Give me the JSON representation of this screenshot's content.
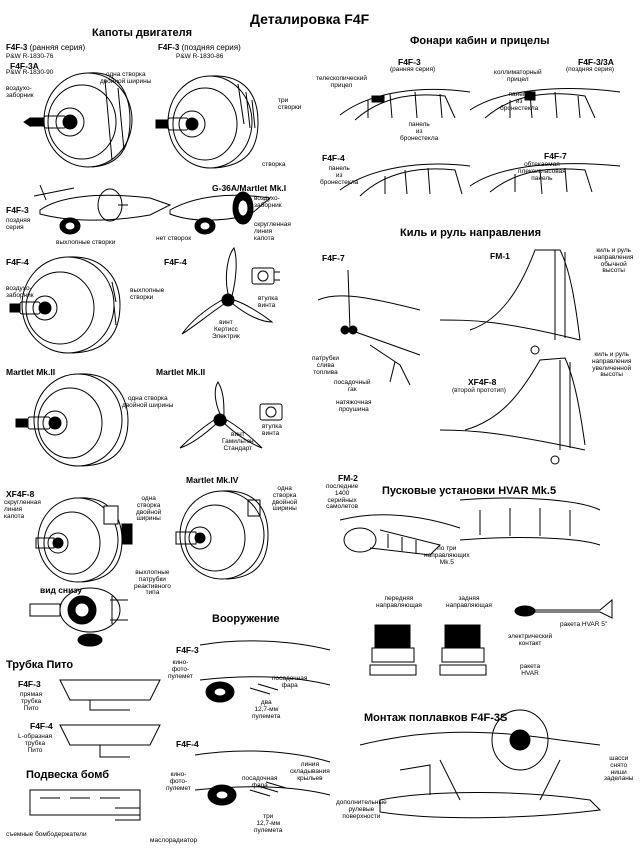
{
  "title": "Деталировка F4F",
  "sections": {
    "cowlings": "Капоты двигателя",
    "canopies": "Фонари кабин и прицелы",
    "fin": "Киль и руль направления",
    "hvar": "Пусковые установки HVAR Mk.5",
    "armament": "Вооружение",
    "pitot": "Трубка Пито",
    "bombs": "Подвеска бомб",
    "floats": "Монтаж поплавков F4F-3S"
  },
  "labels": {
    "f4f3_early": "F4F-3",
    "f4f3_early_sub": " (ранняя серия)",
    "f4f3_early_engine": "P&W R-1830-76",
    "f4f3a": "F4F-3A",
    "f4f3a_engine": "P&W R-1830-90",
    "f4f3_late": "F4F-3",
    "f4f3_late_sub": " (поздняя серия)",
    "f4f3_late_engine": "P&W R-1830-86",
    "f4f3_late_series": "F4F-3",
    "g36a": "G-36A/Martlet Mk.I",
    "f4f4": "F4F-4",
    "f4f4_prop": "F4F-4",
    "martlet2": "Martlet Mk.II",
    "martlet2_prop": "Martlet Mk.II",
    "xf4f8": "XF4F-8",
    "martlet4": "Martlet Mk.IV",
    "bottom_view": "вид снизу",
    "canopy_f4f3": "F4F-3",
    "canopy_f4f3a": "F4F-3/3A",
    "canopy_f4f4": "F4F-4",
    "canopy_f4f7": "F4F-7",
    "fin_f4f7": "F4F-7",
    "fin_fm1": "FM-1",
    "fin_xf4f8": "XF4F-8",
    "fm2": "FM-2",
    "arm_f4f3": "F4F-3",
    "arm_f4f4": "F4F-4",
    "pitot_f4f3": "F4F-3",
    "pitot_f4f4": "F4F-4"
  },
  "notes": {
    "air_intake_1": "воздухо-\nзаборник",
    "single_wide_flap_1": "одна створка\nдвойной ширины",
    "three_flaps": "три\nстворки",
    "flap": "створка",
    "late_series_note": "поздняя\nсерия",
    "exhaust_flaps_1": "выхлопные створки",
    "air_intake_g36": "воздухо-\nзаборник",
    "rounded_hood": "скругленная\nлиния\nкапота",
    "no_flaps": "нет створок",
    "air_intake_f4f4": "воздухо-\nзаборник",
    "exhaust_flaps_f4f4": "выхлопные\nстворки",
    "curtiss_prop": "винт\nКертисс\nЭлектрик",
    "prop_hub_1": "втулка\nвинта",
    "single_wide_flap_2": "одна створка\nдвойной ширины",
    "hamilton_prop": "винт\nГамильтон\nСтандарт",
    "prop_hub_2": "втулка\nвинта",
    "rounded_hood_xf8": "скругленная\nлиния\nкапота",
    "one_wide_flap_xf8": "одна\nстворка\nдвойной\nширины",
    "one_wide_flap_m4": "одна\nстворка\nдвойной\nширины",
    "jet_exhausts": "выхлопные\nпатрубки\nреактивного\nтипа",
    "telescopic_sight": "телескопический\nприцел",
    "armored_glass_panel_3": "панель\nиз\nбронестекла",
    "collimator_sight": "коллиматорный\nприцел",
    "armored_glass_panel_3a": "панель\nиз\nбронестекла",
    "armored_glass_panel_4": "панель\nиз\nбронестекла",
    "plexi_panel": "обтекаемая\nплексигласовая\nпанель",
    "fuel_dump": "патрубки\nслива\nтоплива",
    "landing_hook": "посадочный\nгак",
    "hook_spring": "натяжочная\nпроушина",
    "normal_rudder": "киль и руль\nнаправления\nобычной\nвысоты",
    "tall_rudder": "киль и руль\nнаправления\nувеличенной\nвысоты",
    "second_prototype": "(второй прототип)",
    "fm2_last": "последние\n1400\nсерийных\nсамолетов",
    "three_rails": "по три\nнаправляющих\nMk.5",
    "front_rail": "передняя\nнаправляющая",
    "rear_rail": "задняя\nнаправляющая",
    "hvar_rocket": "ракета HVAR 5\"",
    "electric_contact": "электрический\nконтакт",
    "rocket_hvar": "ракета\nHVAR",
    "gun_camera_1": "кино-\nфото-\nпулемет",
    "landing_light_1": "посадочная\nфара",
    "two_mg": "два\n12,7-мм\nпулемета",
    "pitot_straight": "прямая\nтрубка\nПито",
    "pitot_l": "L-образная\nтрубка\nПито",
    "gun_camera_2": "кино-\nфото-\nпулемет",
    "landing_light_2": "посадочная\nфара",
    "wing_fold": "линия\nскладывания\nкрыльев",
    "three_mg": "три\n12,7-мм\nпулемета",
    "bomb_racks": "съемные бомбодержатели",
    "oil_cooler": "маслорадиатор",
    "extra_rudder": "дополнительные\nрулевые\nповерхности",
    "gear_removed": "шасси\nснято\nниши\nзаделаны"
  }
}
